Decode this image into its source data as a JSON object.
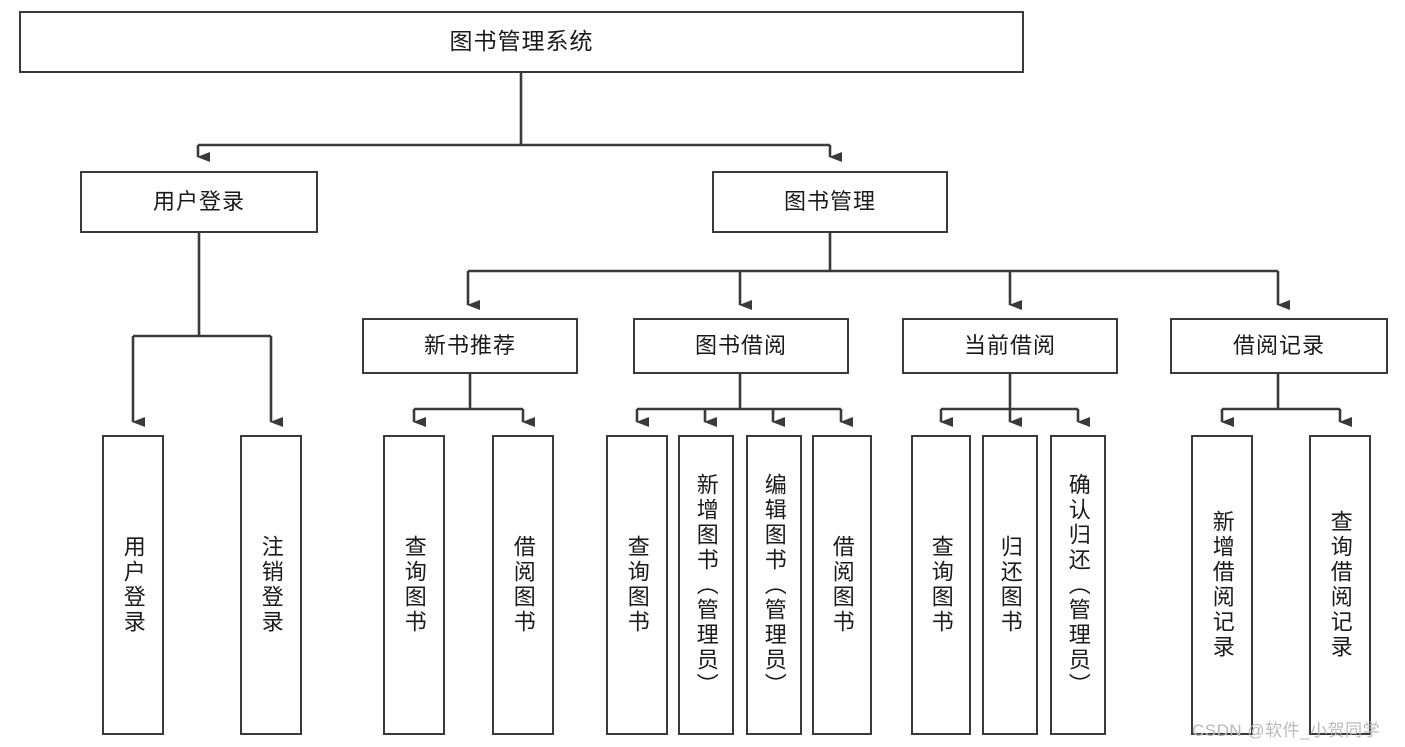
{
  "diagram": {
    "type": "tree-hierarchy-chart",
    "title": "图书管理系统",
    "watermark": "CSDN @软件_小贺同学",
    "colors": {
      "stroke": "#3a3a3a",
      "fill": "#ffffff",
      "text": "#1a1a1a",
      "watermark": "#b9b9b9"
    },
    "levels": {
      "root": {
        "label": "图书管理系统"
      },
      "level2": [
        {
          "label": "用户登录"
        },
        {
          "label": "图书管理"
        }
      ],
      "level3": [
        {
          "label": "新书推荐"
        },
        {
          "label": "图书借阅"
        },
        {
          "label": "当前借阅"
        },
        {
          "label": "借阅记录"
        }
      ],
      "leaves": [
        {
          "label": "用户登录",
          "parent": "用户登录"
        },
        {
          "label": "注销登录",
          "parent": "用户登录"
        },
        {
          "label": "查询图书",
          "parent": "新书推荐"
        },
        {
          "label": "借阅图书",
          "parent": "新书推荐"
        },
        {
          "label": "查询图书",
          "parent": "图书借阅"
        },
        {
          "label": "新增图书（管理员）",
          "parent": "图书借阅"
        },
        {
          "label": "编辑图书（管理员）",
          "parent": "图书借阅"
        },
        {
          "label": "借阅图书",
          "parent": "图书借阅"
        },
        {
          "label": "查询图书",
          "parent": "当前借阅"
        },
        {
          "label": "归还图书",
          "parent": "当前借阅"
        },
        {
          "label": "确认归还（管理员）",
          "parent": "当前借阅"
        },
        {
          "label": "新增借阅记录",
          "parent": "借阅记录"
        },
        {
          "label": "查询借阅记录",
          "parent": "借阅记录"
        }
      ]
    }
  }
}
